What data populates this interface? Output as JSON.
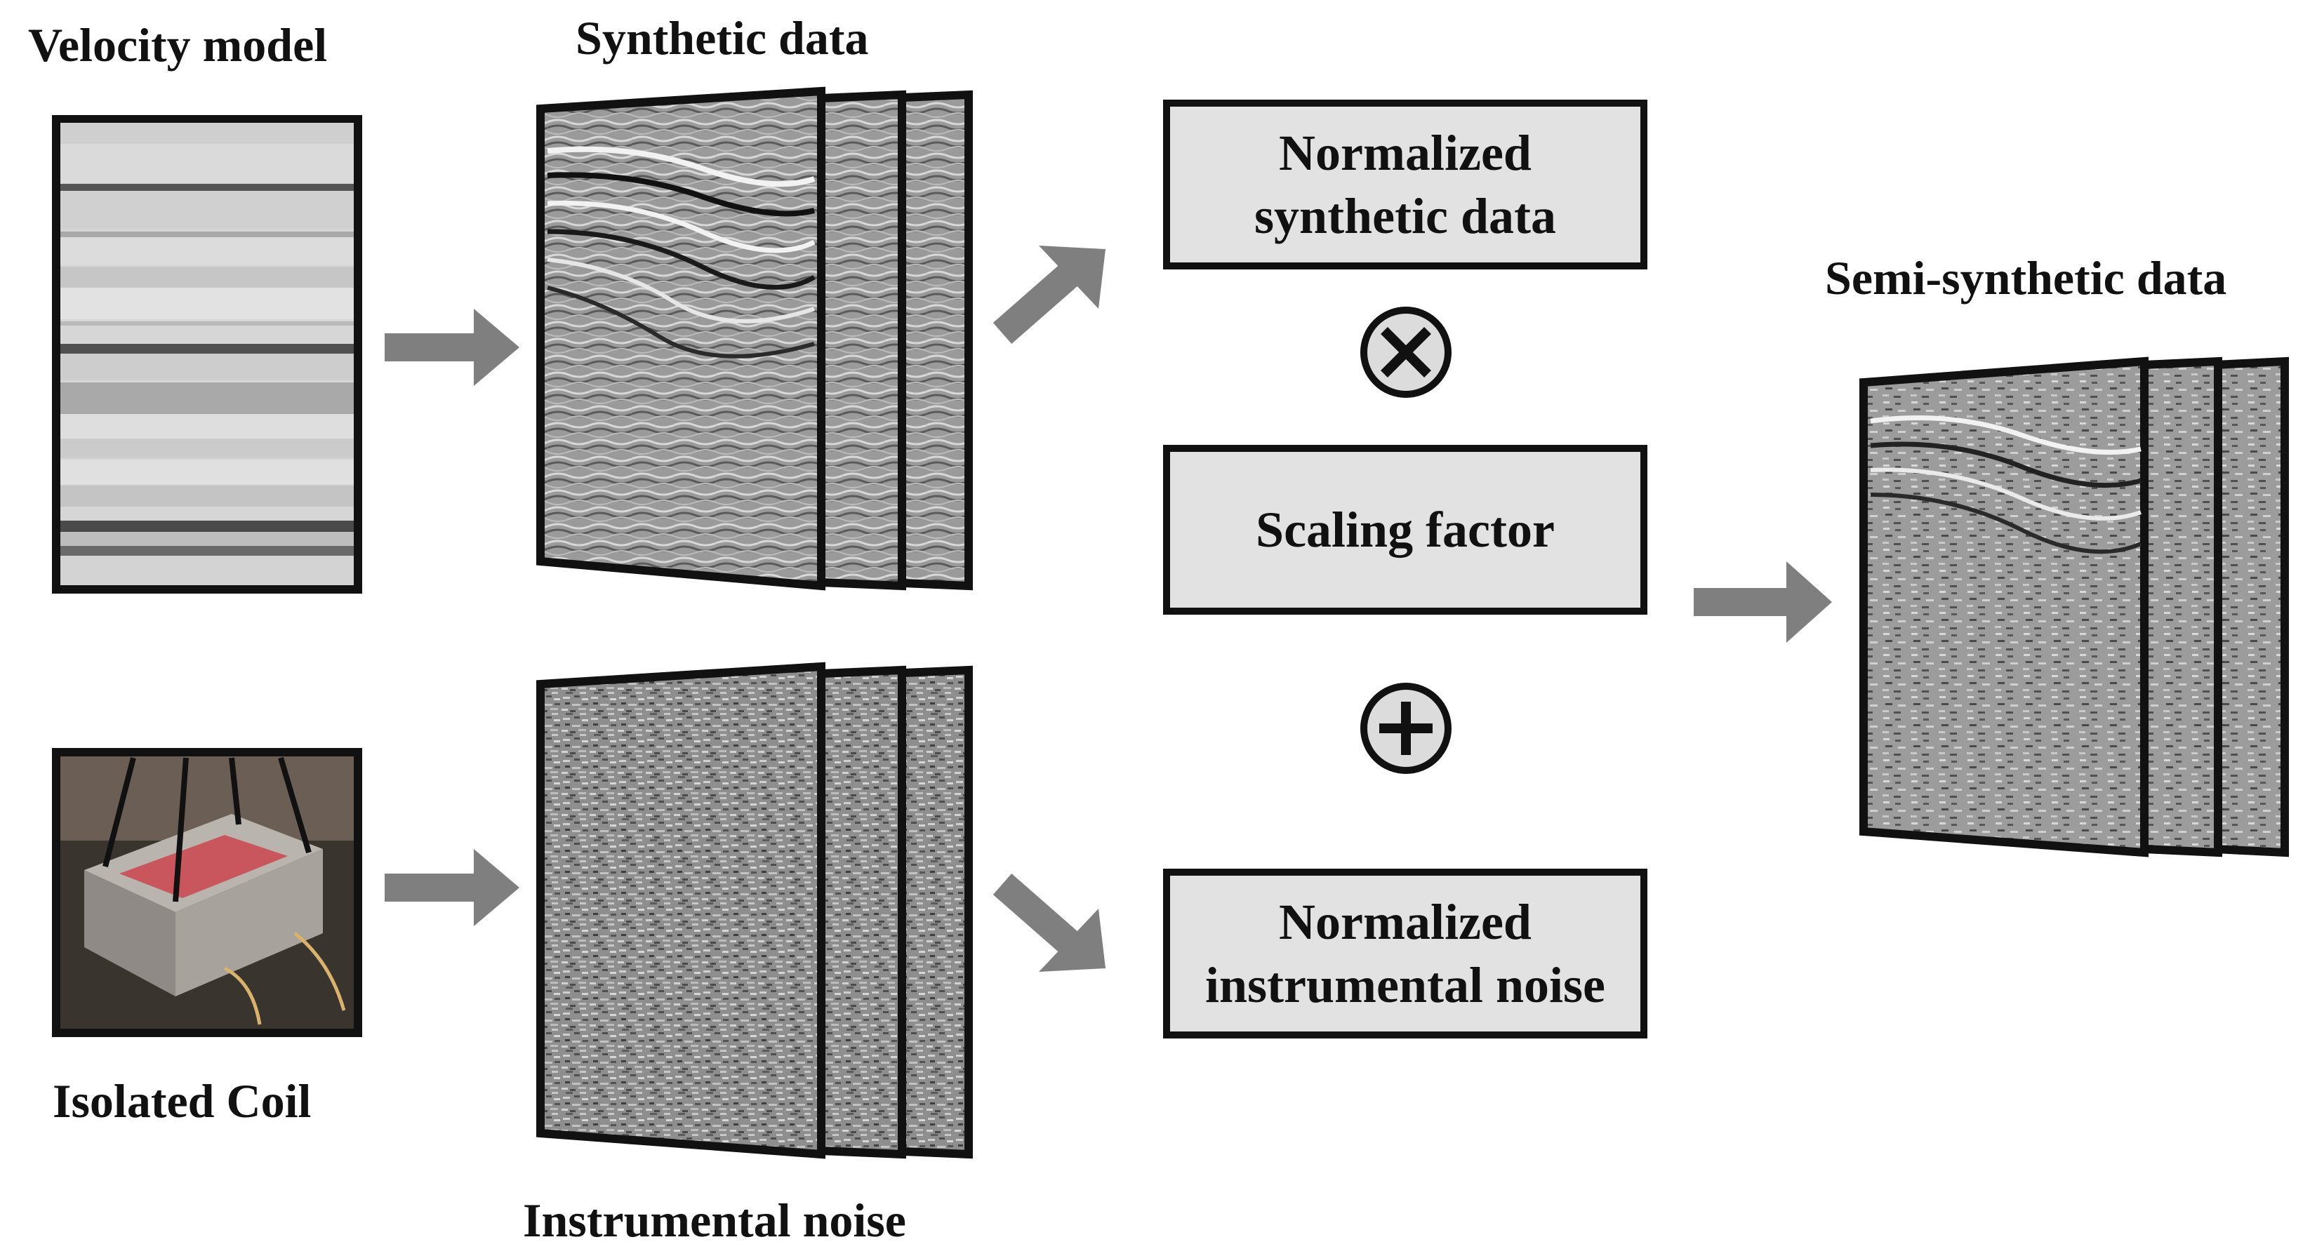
{
  "labels": {
    "velocity_model": "Velocity model",
    "synthetic_data": "Synthetic data",
    "isolated_coil": "Isolated Coil",
    "instrumental_noise": "Instrumental noise",
    "semi_synthetic_data": "Semi-synthetic data"
  },
  "boxes": {
    "normalized_synthetic": [
      "Normalized",
      "synthetic data"
    ],
    "scaling_factor": "Scaling factor",
    "normalized_noise": [
      "Normalized",
      "instrumental noise"
    ]
  },
  "operators": {
    "multiply": "⊗",
    "add": "⊕"
  },
  "colors": {
    "arrow": "#7f7f7f",
    "frame": "#111111",
    "box_fill": "#e2e2e2"
  }
}
